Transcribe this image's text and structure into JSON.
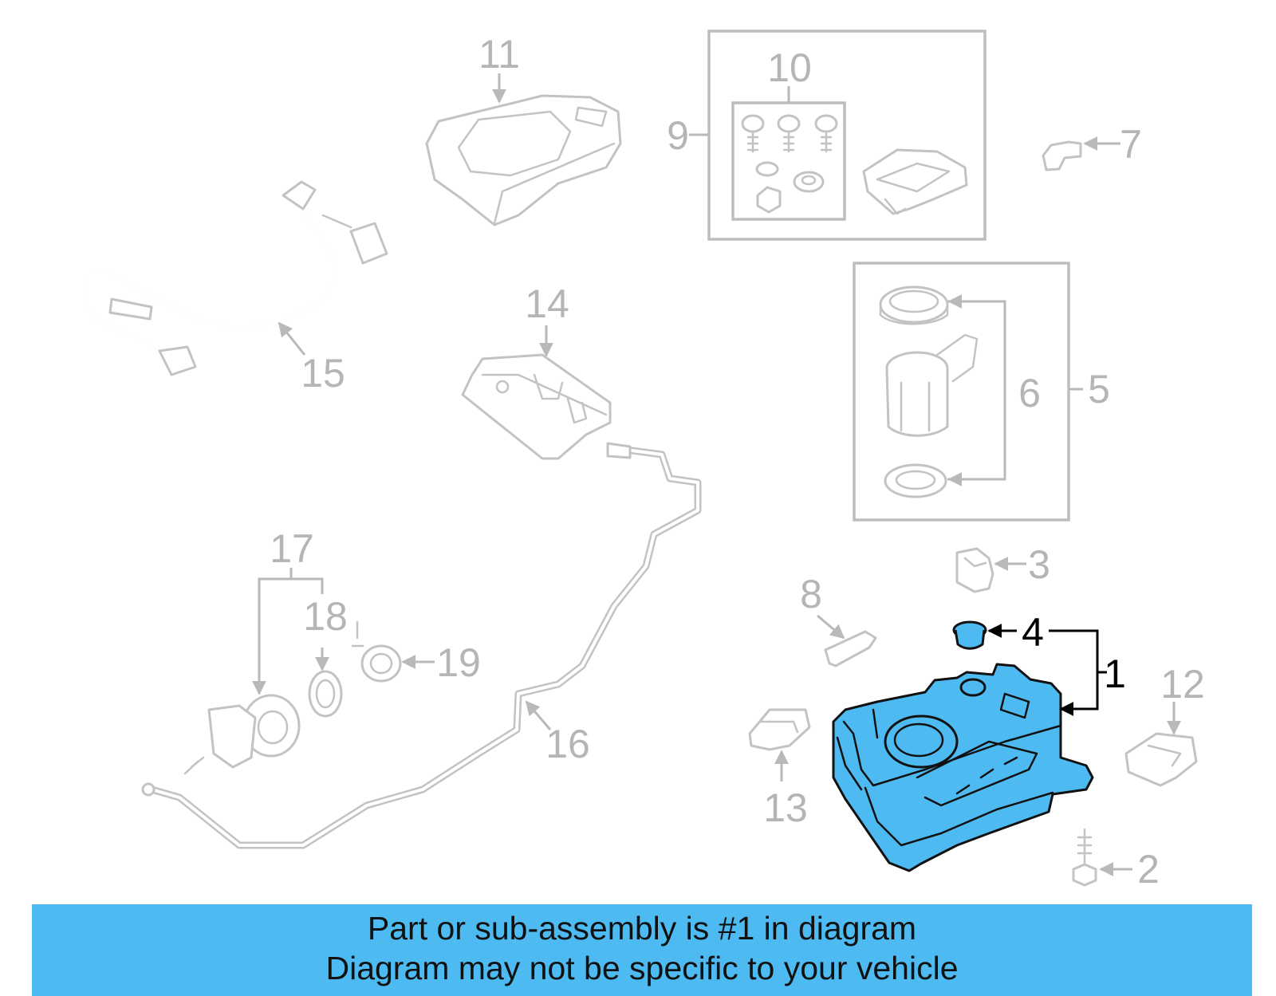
{
  "colors": {
    "highlight": "#4dbbf2",
    "banner": "#4dbbf2",
    "line_gray": "#b9b9b9",
    "text_dark": "#111111"
  },
  "callouts": {
    "c1": "1",
    "c2": "2",
    "c3": "3",
    "c4": "4",
    "c5": "5",
    "c6": "6",
    "c7": "7",
    "c8": "8",
    "c9": "9",
    "c10": "10",
    "c11": "11",
    "c12": "12",
    "c13": "13",
    "c14": "14",
    "c15": "15",
    "c16": "16",
    "c17": "17",
    "c18": "18",
    "c19": "19"
  },
  "banner": {
    "line1": "Part or sub-assembly is #1 in diagram",
    "line2": "Diagram may not be specific to your vehicle"
  }
}
